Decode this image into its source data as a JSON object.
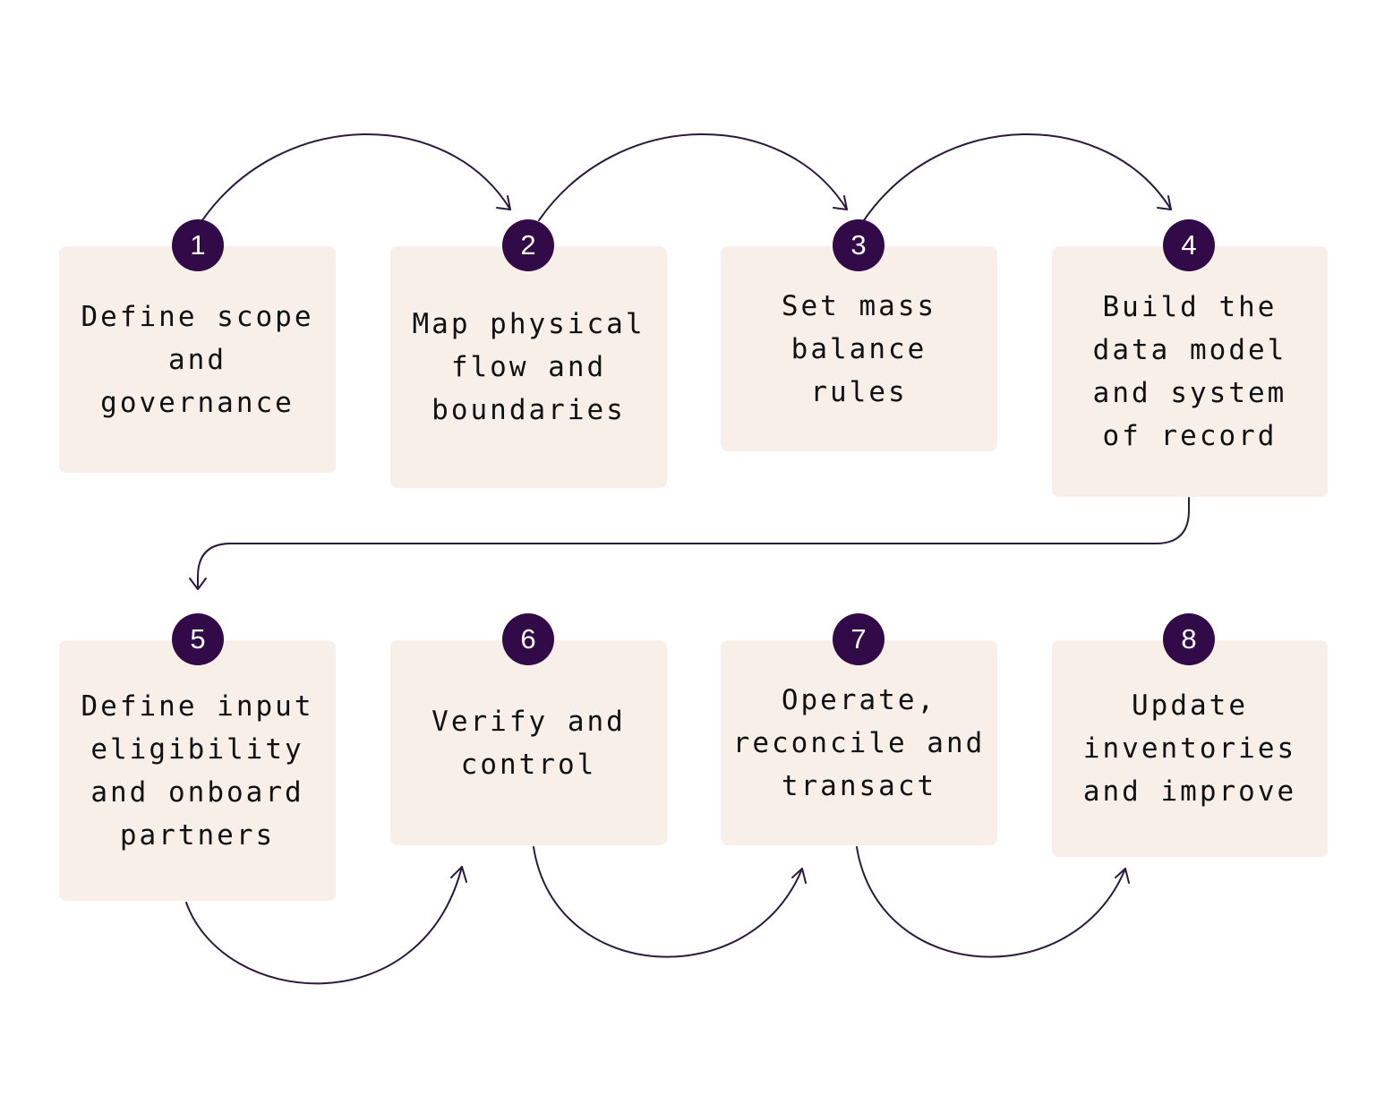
{
  "colors": {
    "box_fill": "#f8efe9",
    "badge_fill": "#330a48",
    "badge_text": "#ffffff",
    "connector": "#2c1a3e",
    "label_text": "#111111"
  },
  "steps": [
    {
      "number": "1",
      "label": "Define scope and governance"
    },
    {
      "number": "2",
      "label": "Map physical flow and boundaries"
    },
    {
      "number": "3",
      "label": "Set mass balance rules"
    },
    {
      "number": "4",
      "label": "Build the data model and system of record"
    },
    {
      "number": "5",
      "label": "Define input eligibility and onboard partners"
    },
    {
      "number": "6",
      "label": "Verify and control"
    },
    {
      "number": "7",
      "label": "Operate, reconcile and transact"
    },
    {
      "number": "8",
      "label": "Update inventories and improve"
    }
  ]
}
